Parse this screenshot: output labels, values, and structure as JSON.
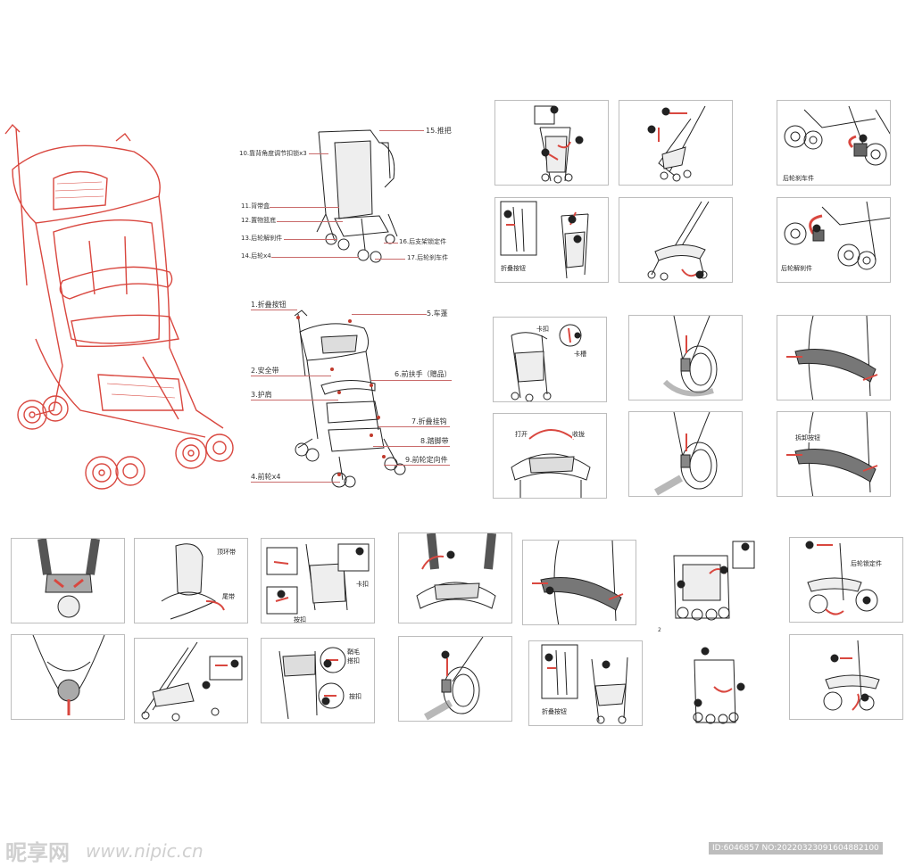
{
  "main_illustration": {
    "stroke_color": "#d9473f"
  },
  "top_labels": [
    "15.推把",
    "10.靠背角度调节扣锁x3",
    "11.背带盒",
    "12.置物篮底",
    "13.后轮解刹件",
    "14.后轮x4",
    "16.后支架锁定件",
    "17.后轮刹车件"
  ],
  "mid_labels": [
    "1.折叠按钮",
    "5.车蓬",
    "2.安全带",
    "6.前扶手（赠品）",
    "3.护肩",
    "7.折叠挂钩",
    "8.踏脚带",
    "9.前轮定向件",
    "4.前轮x4"
  ],
  "fold_panels": {
    "p1": {
      "num": "1"
    },
    "p2": {
      "num": "2",
      "label": "折叠按钮"
    },
    "p3": {
      "num": "3"
    },
    "p4": {
      "num": "4"
    }
  },
  "brake_panels": {
    "p1": {
      "num": "1",
      "label": "后轮刹车件"
    },
    "p2": {
      "num": "2",
      "label": "后轮解刹件"
    }
  },
  "canopy_panels": {
    "p1": {
      "num": "1",
      "label_a": "卡扣",
      "label_b": "卡槽"
    },
    "p2": {
      "num": "2",
      "label_a": "打开",
      "label_b": "收拢"
    }
  },
  "wheel_panels": {
    "p1": {
      "num": "1"
    },
    "p2": {
      "num": "2"
    }
  },
  "armrest_panels": {
    "p1": {
      "num": "1"
    },
    "p2": {
      "num": "2",
      "label": "拆卸按钮"
    }
  },
  "bottom_row": {
    "harness1": {
      "num": "1"
    },
    "harness2": {
      "num": "2"
    },
    "strap": {
      "num": "3",
      "label_a": "顶环带",
      "label_b": "尾带"
    },
    "basket1": {
      "num": "1",
      "label_a": "卡扣",
      "label_b": "按扣"
    },
    "basket2": {
      "num": "1"
    },
    "basket3": {
      "label_a": "鞘毛",
      "label_b": "搭扣",
      "label_c": "按扣"
    },
    "canopy_b1": {
      "num": "1"
    },
    "canopy_b2": {
      "num": "2"
    },
    "arm_b1": {
      "num": "2"
    },
    "fold_b1": {
      "num": "1",
      "label": "折叠按钮"
    },
    "fold_b2": {
      "num": "2"
    },
    "fold_b3": {
      "num": "1",
      "label": "后轮锁定件"
    },
    "fold_b4": {
      "num": "2"
    }
  },
  "watermark": {
    "logo": "昵享网",
    "url": "www.nipic.cn",
    "id_text": "ID:6046857 NO:20220323091604882100"
  }
}
